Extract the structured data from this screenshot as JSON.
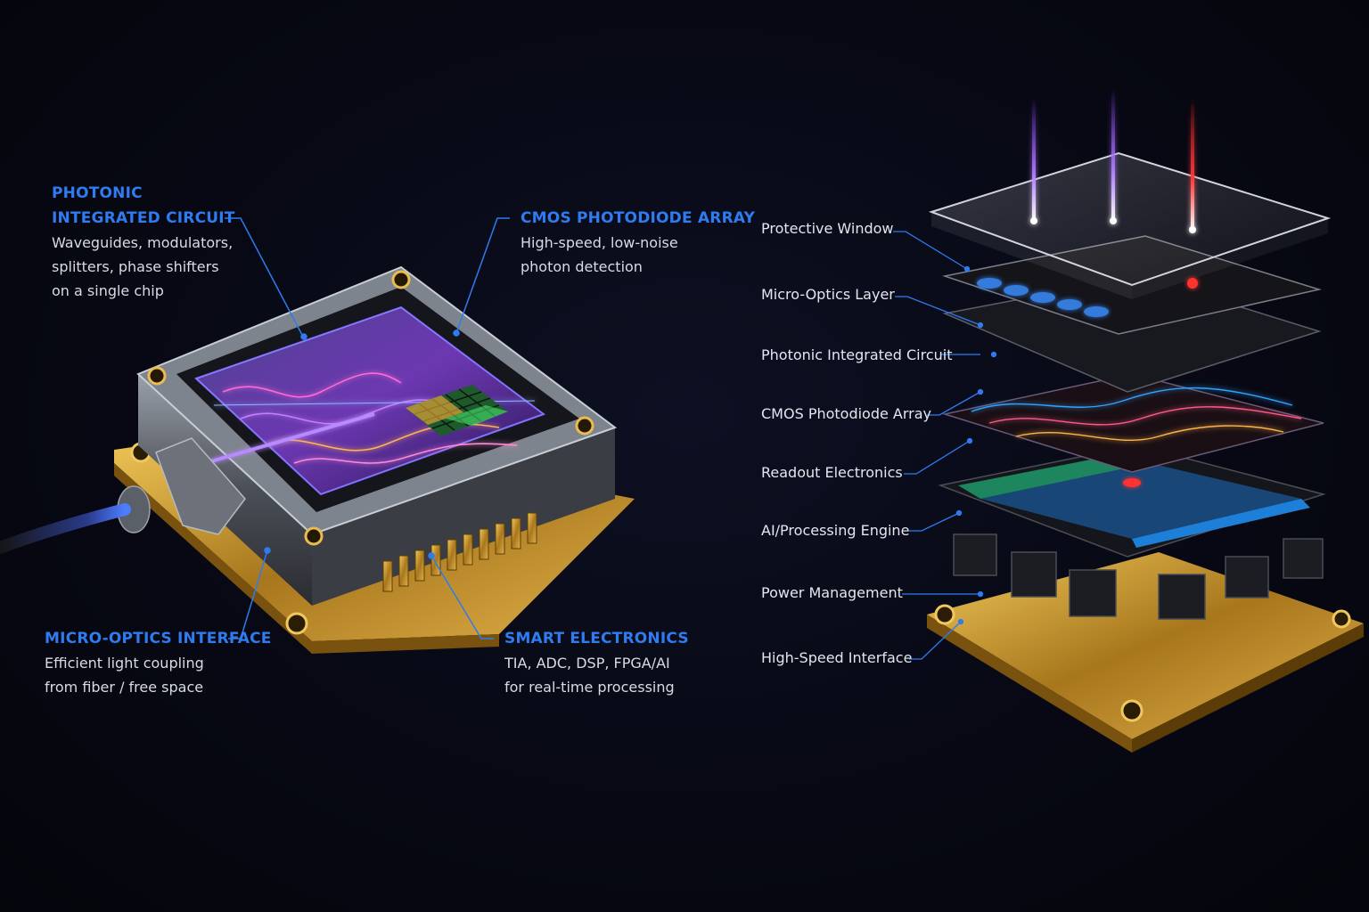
{
  "left_callouts": [
    {
      "id": "pic",
      "title_lines": [
        "PHOTONIC",
        "INTEGRATED CIRCUIT"
      ],
      "desc_lines": [
        "Waveguides, modulators,",
        "splitters, phase shifters",
        "on a single chip"
      ]
    },
    {
      "id": "cmos",
      "title_lines": [
        "CMOS PHOTODIODE ARRAY"
      ],
      "desc_lines": [
        "High-speed, low-noise",
        "photon detection"
      ]
    },
    {
      "id": "micro",
      "title_lines": [
        "MICRO-OPTICS INTERFACE"
      ],
      "desc_lines": [
        "Efficient light coupling",
        "from fiber / free space"
      ]
    },
    {
      "id": "smart",
      "title_lines": [
        "SMART ELECTRONICS"
      ],
      "desc_lines": [
        "TIA, ADC, DSP, FPGA/AI",
        "for real-time processing"
      ]
    }
  ],
  "stack_labels": [
    "Protective Window",
    "Micro-Optics Layer",
    "Photonic Integrated Circuit",
    "CMOS Photodiode Array",
    "Readout Electronics",
    "AI/Processing Engine",
    "Power Management",
    "High-Speed Interface"
  ],
  "colors": {
    "accent": "#2f7bf0",
    "gold": "#c79a2c",
    "violet": "#8b3dff",
    "red_beam": "#ff2a2a",
    "green_pixel": "#2fd46a",
    "blue_pixel": "#1e7fd8"
  }
}
